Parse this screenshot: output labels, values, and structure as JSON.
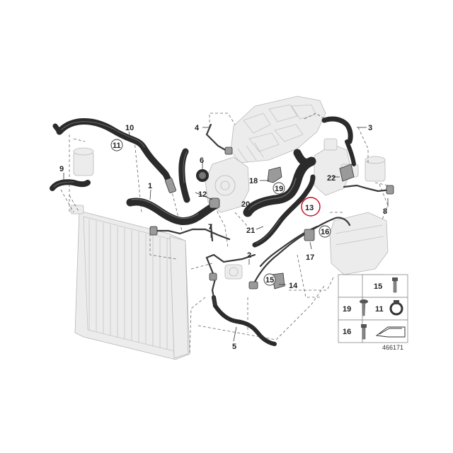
{
  "callouts": {
    "c1": "1",
    "c2": "2",
    "c3": "3",
    "c4": "4",
    "c5": "5",
    "c6": "6",
    "c7": "7",
    "c8": "8",
    "c9": "9",
    "c10": "10",
    "c11_circled": "11",
    "c12": "12",
    "c13": "13",
    "c14": "14",
    "c15_circled": "15",
    "c16_circled": "16",
    "c17": "17",
    "c18": "18",
    "c19_circled": "19",
    "c20": "20",
    "c21": "21",
    "c22": "22"
  },
  "legend": {
    "item15": "15",
    "item19": "19",
    "item11": "11",
    "item16": "16"
  },
  "reference_number": "466171",
  "colors": {
    "highlight": "#d0021b"
  }
}
